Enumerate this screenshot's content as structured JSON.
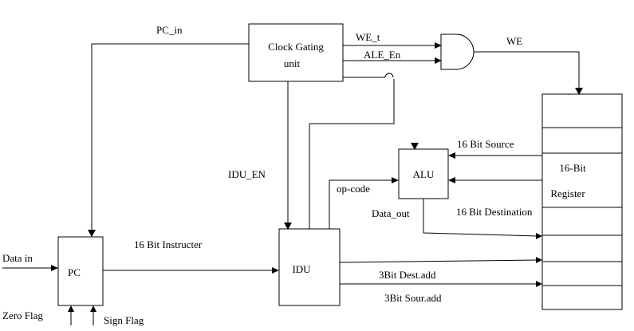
{
  "blocks": {
    "clock_gating": {
      "line1": "Clock  Gating",
      "line2": "unit"
    },
    "alu": "ALU",
    "idu": "IDU",
    "pc": "PC",
    "register": {
      "line1": "16-Bit",
      "line2": "Register"
    }
  },
  "signals": {
    "pc_in": "PC_in",
    "we_t": "WE_t",
    "ale_en": "ALE_En",
    "we": "WE",
    "idu_en": "IDU_EN",
    "source": "16 Bit Source",
    "op_code": "op-code",
    "data_out": "Data_out",
    "destination": "16 Bit Destination",
    "instructer": "16 Bit Instructer",
    "data_in": "Data in",
    "dest_add": "3Bit Dest.add",
    "sour_add": "3Bit Sour.add",
    "zero_flag": "Zero Flag",
    "sign_flag": "Sign Flag"
  }
}
